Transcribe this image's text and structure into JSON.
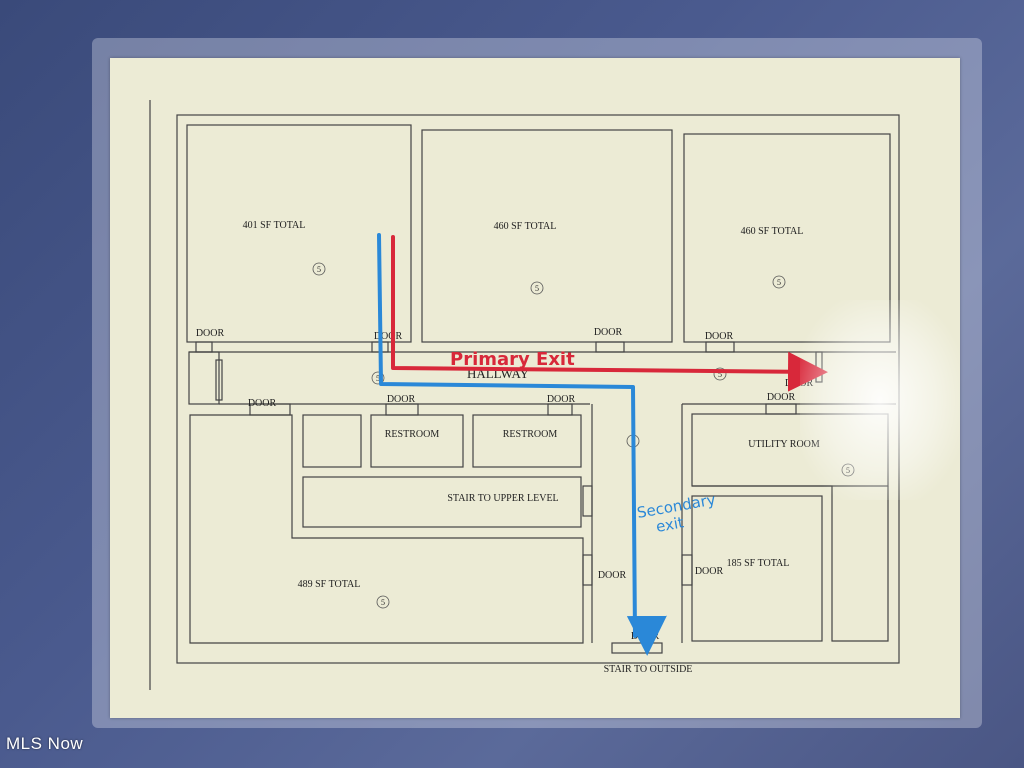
{
  "plan": {
    "rooms": [
      {
        "id": "room-a",
        "label": "401 SF TOTAL"
      },
      {
        "id": "room-b",
        "label": "460 SF TOTAL"
      },
      {
        "id": "room-c",
        "label": "460 SF TOTAL"
      },
      {
        "id": "room-d",
        "label": "489 SF TOTAL"
      },
      {
        "id": "room-e",
        "label": "185 SF TOTAL"
      }
    ],
    "restroom_label": "RESTROOM",
    "utility_label": "UTILITY ROOM",
    "stair_upper_label": "STAIR TO UPPER LEVEL",
    "stair_outside_label": "STAIR TO OUTSIDE",
    "hallway_label": "HALLWAY",
    "door_label": "DOOR",
    "smoke_symbol": "5",
    "primary_exit_label": "Primary Exit",
    "secondary_exit_label_line1": "Secondary",
    "secondary_exit_label_line2": "exit"
  },
  "colors": {
    "primary_exit": "#d8283a",
    "secondary_exit": "#2a88d8"
  },
  "watermark": "MLS Now"
}
